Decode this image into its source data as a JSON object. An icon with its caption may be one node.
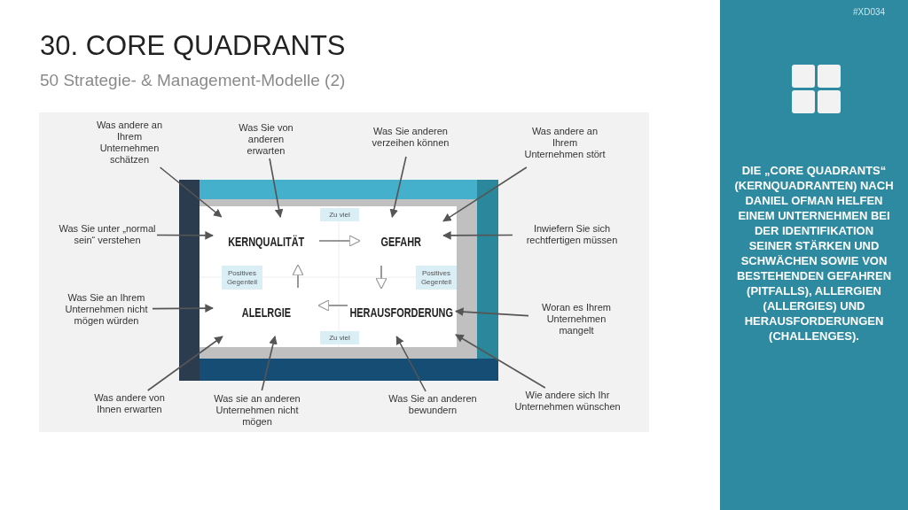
{
  "diagram": {
    "title": "30. CORE QUADRANTS",
    "nodes": [
      {
        "text": [
          "Was andere an Ihrem Unternehmen schätzen"
        ]
      },
      {
        "text": [
          "Was Sie von anderen erwarten"
        ]
      },
      {
        "text": [
          "Was Sie anderen verzeihen können"
        ]
      },
      {
        "text": [
          "Was andere an Ihrem Unternehmen stört"
        ]
      },
      {
        "text": [
          "KERNQUALITÄT"
        ]
      },
      {
        "text": [
          "Zu viel"
        ]
      },
      {
        "text": [
          "GEFAHR"
        ]
      },
      {
        "text": [
          "Was Sie unter „normal sein“ verstehen"
        ]
      },
      {
        "text": [
          "Inwiefern Sie sich rechtfertigen müssen"
        ]
      },
      {
        "text": [
          "Positives Gegenteil"
        ]
      },
      {
        "text": [
          "Positives Gegenteil"
        ]
      },
      {
        "text": [
          "Was Sie an Ihrem Unternehmen nicht mögen würden"
        ]
      },
      {
        "text": [
          "ALELRGIE"
        ]
      },
      {
        "text": [
          "HERAUSFORDERUNG"
        ]
      },
      {
        "text": [
          "Woran es Ihrem Unternehmen mangelt"
        ]
      },
      {
        "text": [
          "Zu viel"
        ]
      },
      {
        "text": [
          "Was andere von Ihnen erwarten"
        ]
      },
      {
        "text": [
          "Was sie an anderen Unternehmen nicht mögen"
        ]
      },
      {
        "text": [
          "Was Sie an anderen bewundern"
        ]
      },
      {
        "text": [
          "Wie andere sich Ihr Unternehmen wünschen"
        ]
      }
    ],
    "edges": [
      {
        "from": 0,
        "to": 4,
        "arrow": "to"
      },
      {
        "from": 1,
        "to": 4,
        "arrow": "to"
      },
      {
        "from": 2,
        "to": 6,
        "arrow": "to"
      },
      {
        "from": 3,
        "to": 6,
        "arrow": "to"
      },
      {
        "from": 7,
        "to": 4,
        "arrow": "to"
      },
      {
        "from": 8,
        "to": 6,
        "arrow": "to"
      },
      {
        "from": 11,
        "to": 12,
        "arrow": "to"
      },
      {
        "from": 14,
        "to": 13,
        "arrow": "to"
      },
      {
        "from": 16,
        "to": 12,
        "arrow": "to"
      },
      {
        "from": 17,
        "to": 12,
        "arrow": "to"
      },
      {
        "from": 18,
        "to": 13,
        "arrow": "to"
      },
      {
        "from": 19,
        "to": 13,
        "arrow": "to"
      },
      {
        "from": 4,
        "to": 6,
        "arrow": "to"
      },
      {
        "from": 6,
        "to": 13,
        "arrow": "to"
      },
      {
        "from": 13,
        "to": 12,
        "arrow": "to"
      },
      {
        "from": 12,
        "to": 4,
        "arrow": "to"
      }
    ],
    "labels": [
      "50 Strategie- & Management-Modelle (2)",
      "#XD034",
      "DIE „CORE QUADRANTS“ (KERNQUADRANTEN) NACH DANIEL OFMAN HELFEN EINEM UNTERNEHMEN BEI DER IDENTIFIKATION SEINER STÄRKEN UND SCHWÄCHEN SOWIE VON BESTEHENDEN GEFAHREN (PITFALLS), ALLERGIEN (ALLERGIES) UND HERAUSFORDERUNGEN (CHALLENGES)."
    ]
  }
}
